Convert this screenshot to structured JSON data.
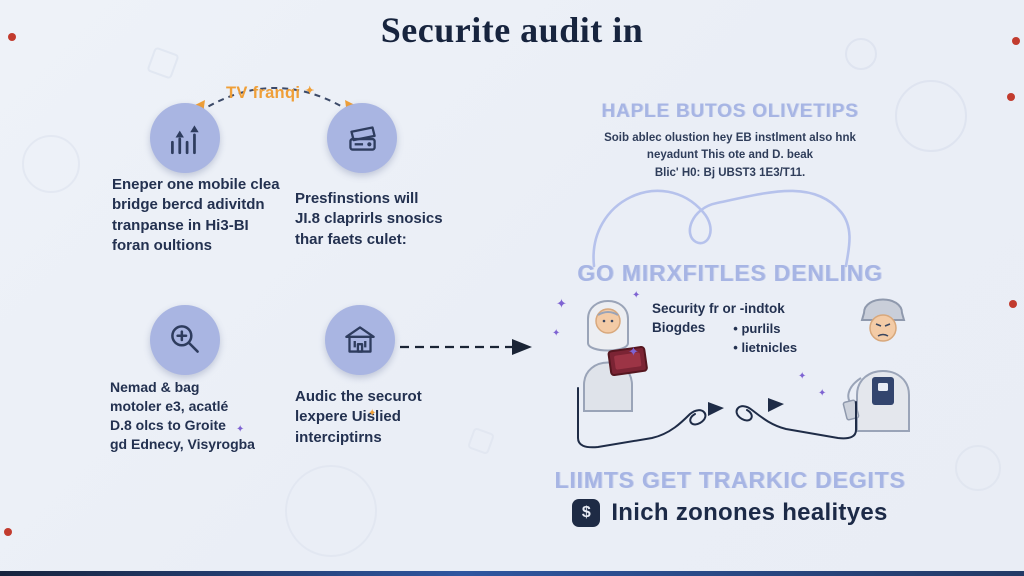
{
  "title": "Securite audit in",
  "colors": {
    "background": "#edf1f7",
    "heading_blue": "#a7b5e4",
    "navy_text": "#1c2a47",
    "circle_bg": "#a9b5e2",
    "orange_accent": "#ef9f38",
    "purple_accent": "#7e63d2",
    "red_dot": "#c23b2e"
  },
  "icons": {
    "sparkle": "✦",
    "coin": "$"
  },
  "flow": {
    "arc_label": "TV franqi",
    "steps": [
      {
        "lines": [
          "Eneper one mobile clea",
          "bridge bercd adivitdn",
          "tranpanse in Hi3-BI",
          "foran oultions"
        ]
      },
      {
        "lines": [
          "Presfinstions will",
          "JI.8 claprirls snosics",
          "thar faets culet:"
        ]
      },
      {
        "lines": [
          "Nemad & bag",
          "motoler e3, acatlé",
          "D.8 olcs to Groite",
          "gd Ednecy, Visyrogba"
        ]
      },
      {
        "lines": [
          "Audic the securot",
          "lexpere Uislied",
          "interciptirns"
        ]
      }
    ]
  },
  "right": {
    "heading_top": "HAPLE BUTOS OLIVETIPS",
    "subtext": [
      "Soib ablec olustion hey EB instlment also hnk",
      "neyadunt This ote and D. beak",
      "Blic' H0: Bj UBST3 1E3/T11."
    ],
    "heading_mid": "GO MIRXFITLES DENLING",
    "caption": {
      "line1": "Security fr or -indtok",
      "line2": "Biogdes",
      "bullets": [
        "purlils",
        "lietnicles"
      ]
    },
    "heading_bottom": "LIIMTS GET TRARKIC DEGITS",
    "footer_text": "Inich zonones healityes"
  }
}
